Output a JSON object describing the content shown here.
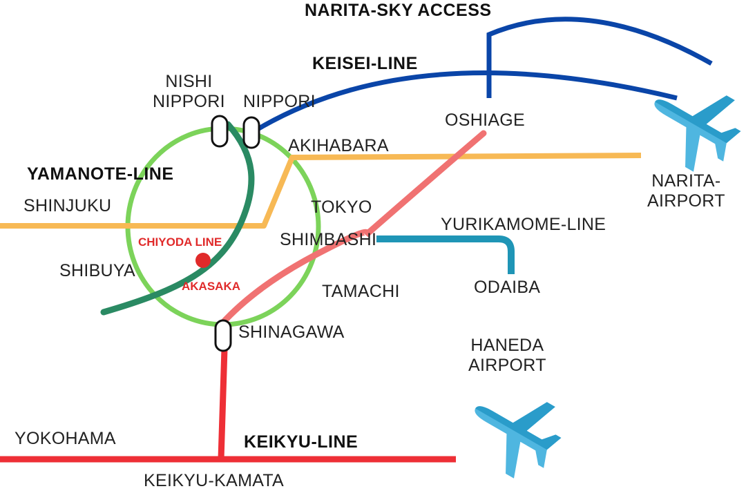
{
  "lines": {
    "narita_sky_access": "NARITA-SKY ACCESS",
    "keisei": "KEISEI-LINE",
    "yamanote": "YAMANOTE-LINE",
    "yurikamome": "YURIKAMOME-LINE",
    "keikyu": "KEIKYU-LINE",
    "chiyoda": "CHIYODA LINE"
  },
  "stations": {
    "nishi_nippori": [
      "NISHI",
      "NIPPORI"
    ],
    "nippori": "NIPPORI",
    "akihabara": "AKIHABARA",
    "oshiage": "OSHIAGE",
    "shinjuku": "SHINJUKU",
    "tokyo": "TOKYO",
    "shimbashi": "SHIMBASHI",
    "shibuya": "SHIBUYA",
    "akasaka": "AKASAKA",
    "tamachi": "TAMACHI",
    "shinagawa": "SHINAGAWA",
    "odaiba": "ODAIBA",
    "yokohama": "YOKOHAMA",
    "keikyu_kamata": "KEIKYU-KAMATA"
  },
  "airports": {
    "narita": [
      "NARITA-",
      "AIRPORT"
    ],
    "haneda": [
      "HANEDA",
      "AIRPORT"
    ]
  },
  "colors": {
    "keisei": "#0a45a8",
    "yamanote": "#7cd35a",
    "chuo": "#f7b955",
    "chiyoda": "#2a8a63",
    "asakusa": "#f07272",
    "yurikamome": "#1f95b6",
    "keikyu": "#ee2f36",
    "airplane": "#4fb6e0",
    "airplane_dark": "#2a9cca"
  },
  "icons": [
    "narita-airplane-icon",
    "haneda-airplane-icon"
  ]
}
